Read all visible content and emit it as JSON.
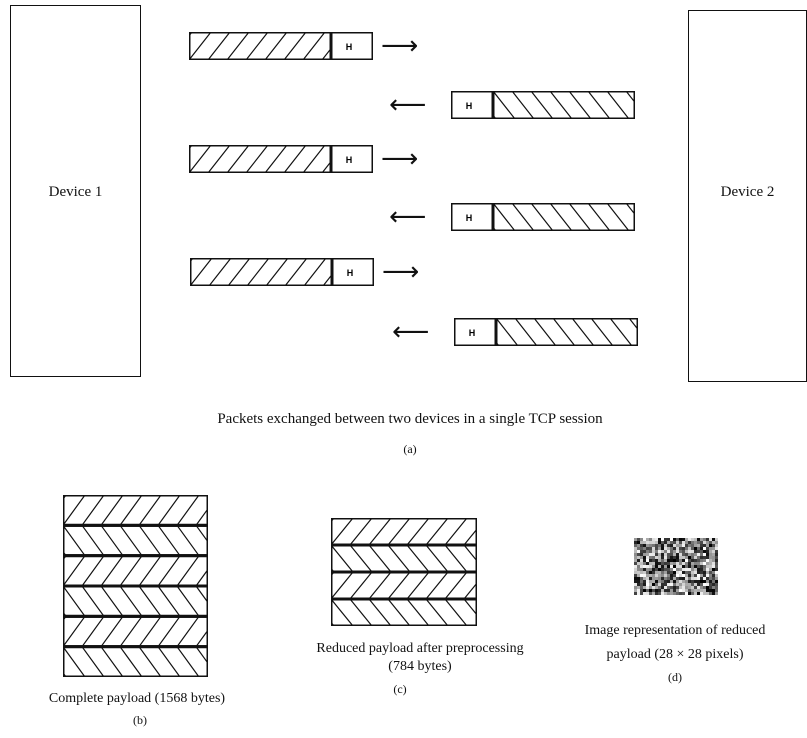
{
  "devices": {
    "left_label": "Device 1",
    "right_label": "Device 2"
  },
  "packets": [
    {
      "direction": "right",
      "header_label": "H"
    },
    {
      "direction": "left",
      "header_label": "H"
    },
    {
      "direction": "right",
      "header_label": "H"
    },
    {
      "direction": "left",
      "header_label": "H"
    },
    {
      "direction": "right",
      "header_label": "H"
    },
    {
      "direction": "left",
      "header_label": "H"
    }
  ],
  "arrows": {
    "right": "⟶",
    "left": "⟵"
  },
  "panel_a": {
    "caption": "Packets exchanged between two devices in a single TCP session",
    "tag": "(a)"
  },
  "panel_b": {
    "caption": "Complete payload (1568 bytes)",
    "tag": "(b)",
    "rows": 6
  },
  "panel_c": {
    "caption_line1": "Reduced payload after preprocessing",
    "caption_line2": "(784 bytes)",
    "tag": "(c)",
    "rows": 4
  },
  "panel_d": {
    "caption_line1": "Image representation of reduced",
    "caption_line2": "payload (28 × 28 pixels)",
    "tag": "(d)"
  }
}
